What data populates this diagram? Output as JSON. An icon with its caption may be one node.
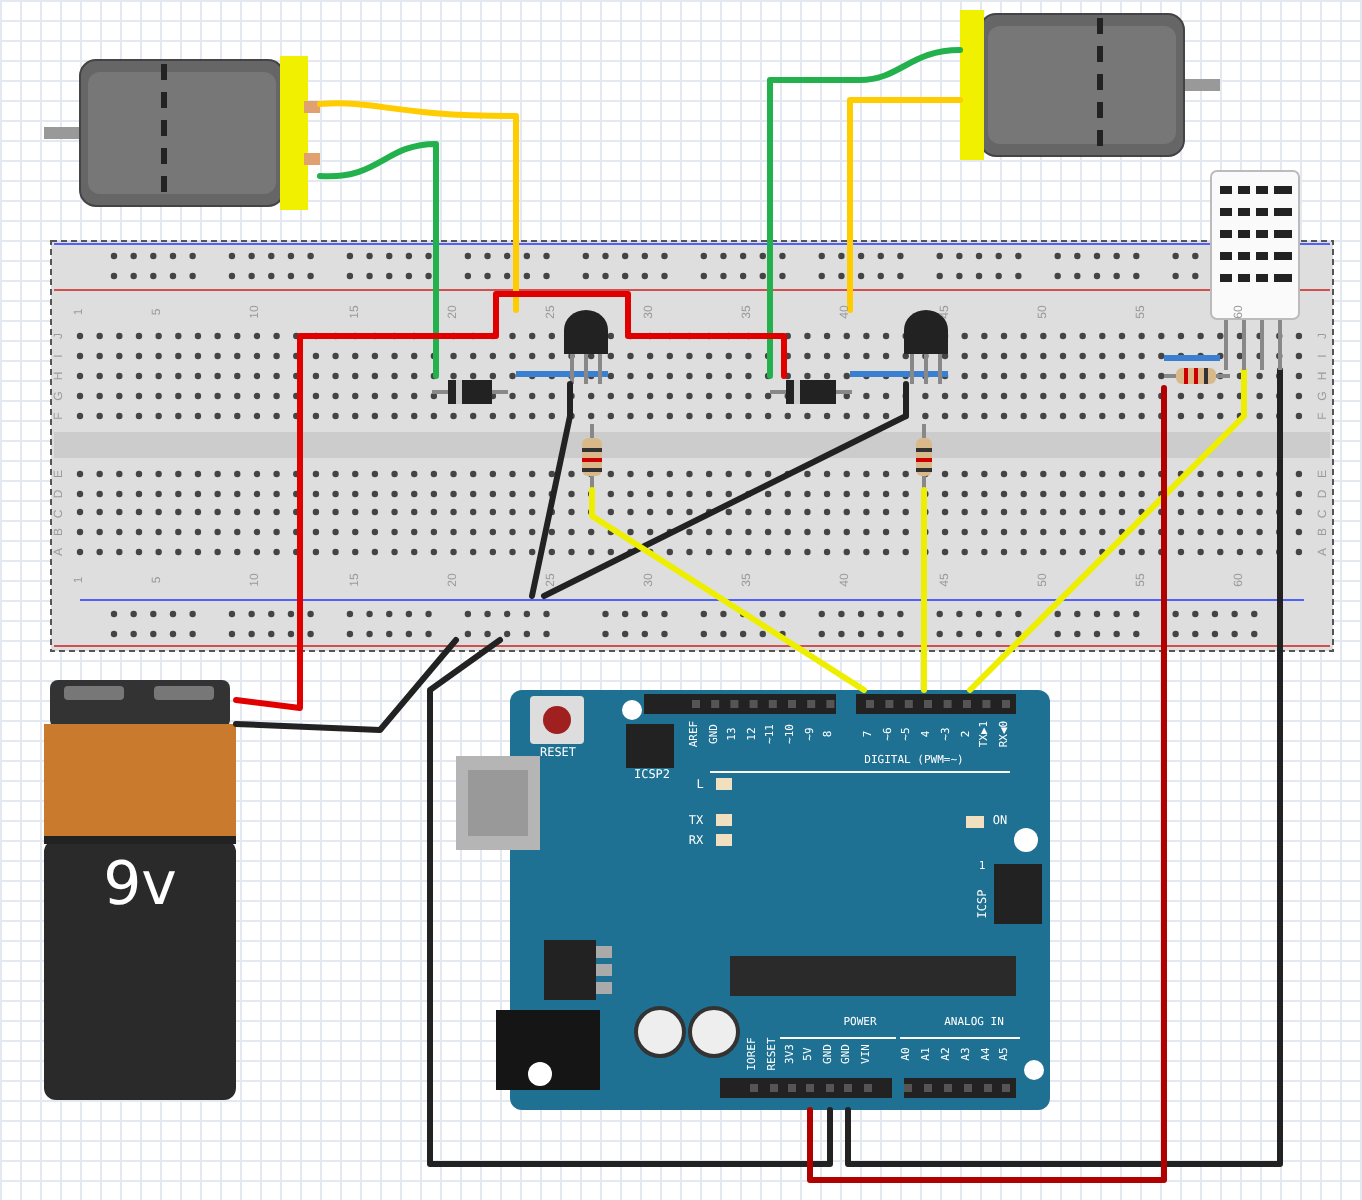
{
  "diagram": {
    "nodes": [
      {
        "text": [],
        "shape": "picture"
      },
      {
        "text": [],
        "shape": "picture"
      },
      {
        "text": [],
        "shape": "picture"
      },
      {
        "text": [],
        "shape": "picture",
        "in": 2
      },
      {
        "text": [],
        "shape": "picture",
        "in": 2
      },
      {
        "text": [],
        "shape": "picture",
        "in": 2
      },
      {
        "text": [],
        "shape": "picture",
        "in": 2
      },
      {
        "text": [],
        "shape": "picture",
        "in": 2
      },
      {
        "text": [],
        "shape": "picture",
        "in": 2
      },
      {
        "text": [],
        "shape": "picture",
        "in": 2
      },
      {
        "text": [],
        "shape": "bar",
        "in": 2
      },
      {
        "text": [],
        "shape": "picture"
      },
      {
        "text": [
          "9v"
        ]
      },
      {
        "text": [],
        "shape": "picture"
      }
    ],
    "edges": [
      {
        "from": 0,
        "to": 3,
        "arrow": "none",
        "color": "#22b14c"
      },
      {
        "from": 0,
        "to": 4,
        "arrow": "none",
        "color": "#ffcc00"
      },
      {
        "from": 1,
        "to": 6,
        "arrow": "none",
        "color": "#22b14c"
      },
      {
        "from": 1,
        "to": 7,
        "arrow": "none",
        "color": "#ffcc00"
      },
      {
        "from": 12,
        "to": 6,
        "arrow": "none",
        "color": "#e00000"
      },
      {
        "from": 12,
        "to": 10,
        "arrow": "none",
        "color": "#222222"
      },
      {
        "from": 4,
        "to": 10,
        "arrow": "none",
        "color": "#222222"
      },
      {
        "from": 7,
        "to": 10,
        "arrow": "none",
        "color": "#222222"
      },
      {
        "from": 5,
        "to": 13,
        "arrow": "none",
        "color": "#eeee00"
      },
      {
        "from": 8,
        "to": 13,
        "arrow": "none",
        "color": "#eeee00"
      },
      {
        "from": 11,
        "to": 13,
        "arrow": "none",
        "color": "#eeee00"
      },
      {
        "from": 10,
        "to": 13,
        "arrow": "none",
        "color": "#222222"
      },
      {
        "from": 11,
        "to": 13,
        "arrow": "none",
        "color": "#222222"
      },
      {
        "from": 9,
        "to": 13,
        "arrow": "none",
        "color": "#b00000"
      }
    ],
    "labels": [
      "1",
      "5",
      "10",
      "15",
      "20",
      "25",
      "30",
      "35",
      "40",
      "45",
      "50",
      "55",
      "60",
      "J",
      "I",
      "H",
      "G",
      "F",
      "J",
      "I",
      "H",
      "G",
      "F",
      "E",
      "D",
      "C",
      "B",
      "A",
      "E",
      "D",
      "C",
      "B",
      "A",
      "1",
      "5",
      "10",
      "15",
      "20",
      "25",
      "30",
      "35",
      "40",
      "45",
      "50",
      "55",
      "60",
      "RESET",
      "ICSP2",
      "AREF",
      "GND",
      "13",
      "12",
      "~11",
      "~10",
      "~9",
      "8",
      "7",
      "~6",
      "~5",
      "4",
      "~3",
      "2",
      "TX▶1",
      "RX◀0",
      "DIGITAL (PWM=~)",
      "L",
      "TX",
      "RX",
      "ON",
      "1",
      "ICSP",
      "POWER",
      "ANALOG IN",
      "IOREF",
      "RESET",
      "3V3",
      "5V",
      "GND",
      "GND",
      "VIN",
      "A0",
      "A1",
      "A2",
      "A3",
      "A4",
      "A5"
    ]
  }
}
